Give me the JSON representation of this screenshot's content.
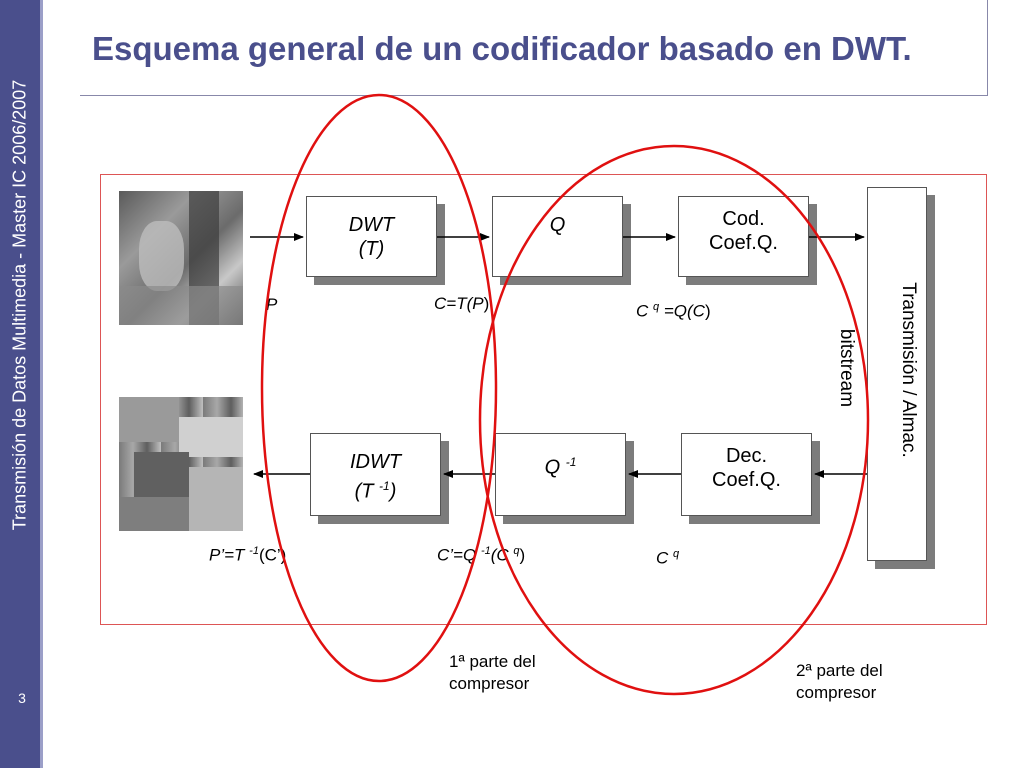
{
  "sidebar": {
    "text": "Transmisión de Datos Multimedia - Master IC 2006/2007",
    "page_number": "3",
    "color": "#4a4f8c"
  },
  "title": "Esquema general de un codificador basado en DWT.",
  "diagram": {
    "blocks": {
      "dwt": [
        "DWT",
        "(T)"
      ],
      "q": "Q",
      "cod": [
        "Cod.",
        "Coef.Q."
      ],
      "idwt": [
        "IDWT",
        "(T ",
        "-1",
        ")"
      ],
      "qinv": [
        "Q ",
        "-1"
      ],
      "dec": [
        "Dec.",
        "Coef.Q."
      ],
      "channel": "Transmisión / Almac."
    },
    "labels": {
      "p": "P",
      "c": [
        "C",
        "=T(",
        "P",
        ")"
      ],
      "cq": [
        "C ",
        "q",
        " =Q(",
        "C",
        ")"
      ],
      "bitstream": "bitstream",
      "pprime": [
        "P’=T ",
        "-1",
        "(C’)"
      ],
      "cprime": [
        "C’=Q ",
        "-1",
        "(C ",
        "q",
        ")"
      ],
      "cq2": [
        "C ",
        "q"
      ]
    },
    "notes": {
      "part1": [
        "1ª parte del",
        "compresor"
      ],
      "part2": [
        "2ª parte del",
        "compresor"
      ]
    },
    "colors": {
      "ellipse": "#e01010",
      "frame": "#dd5555",
      "shadow": "#7c7c7c"
    }
  }
}
